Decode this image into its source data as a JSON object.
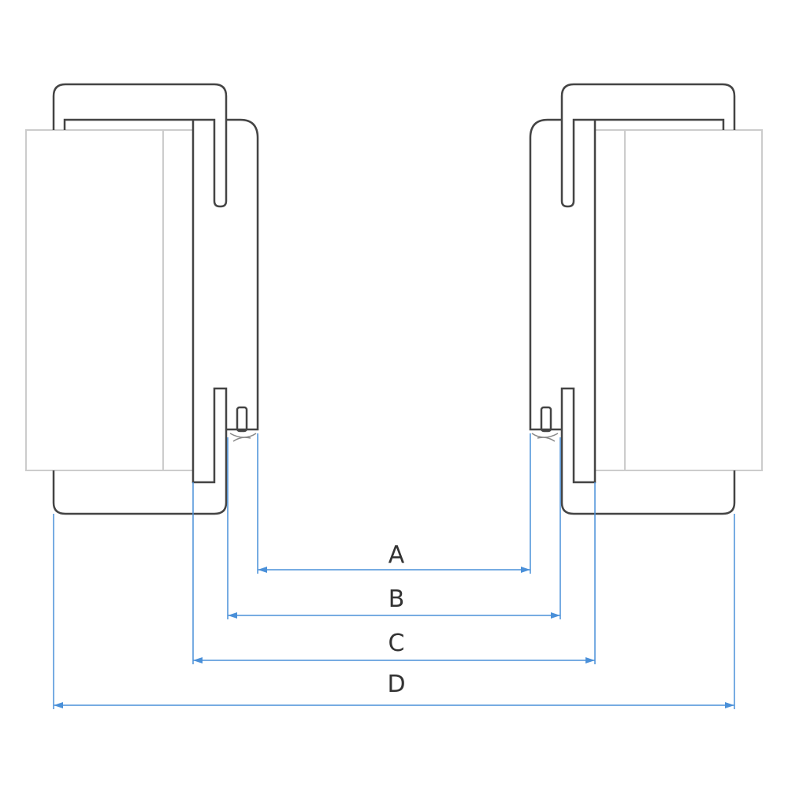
{
  "labels": {
    "a": "A",
    "b": "B",
    "c": "C",
    "d": "D"
  },
  "colors": {
    "dimension": "#4a90d9",
    "outline": "#444444",
    "wall": "#cccccc"
  }
}
